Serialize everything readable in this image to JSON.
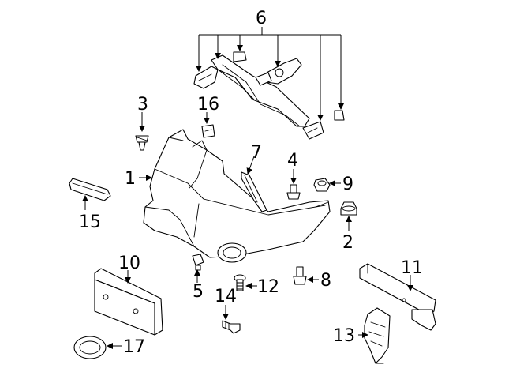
{
  "colors": {
    "line": "#000000",
    "background": "#ffffff"
  },
  "callouts": {
    "c1": "1",
    "c2": "2",
    "c3": "3",
    "c4": "4",
    "c5": "5",
    "c6": "6",
    "c7": "7",
    "c8": "8",
    "c9": "9",
    "c10": "10",
    "c11": "11",
    "c12": "12",
    "c13": "13",
    "c14": "14",
    "c15": "15",
    "c16": "16",
    "c17": "17"
  }
}
